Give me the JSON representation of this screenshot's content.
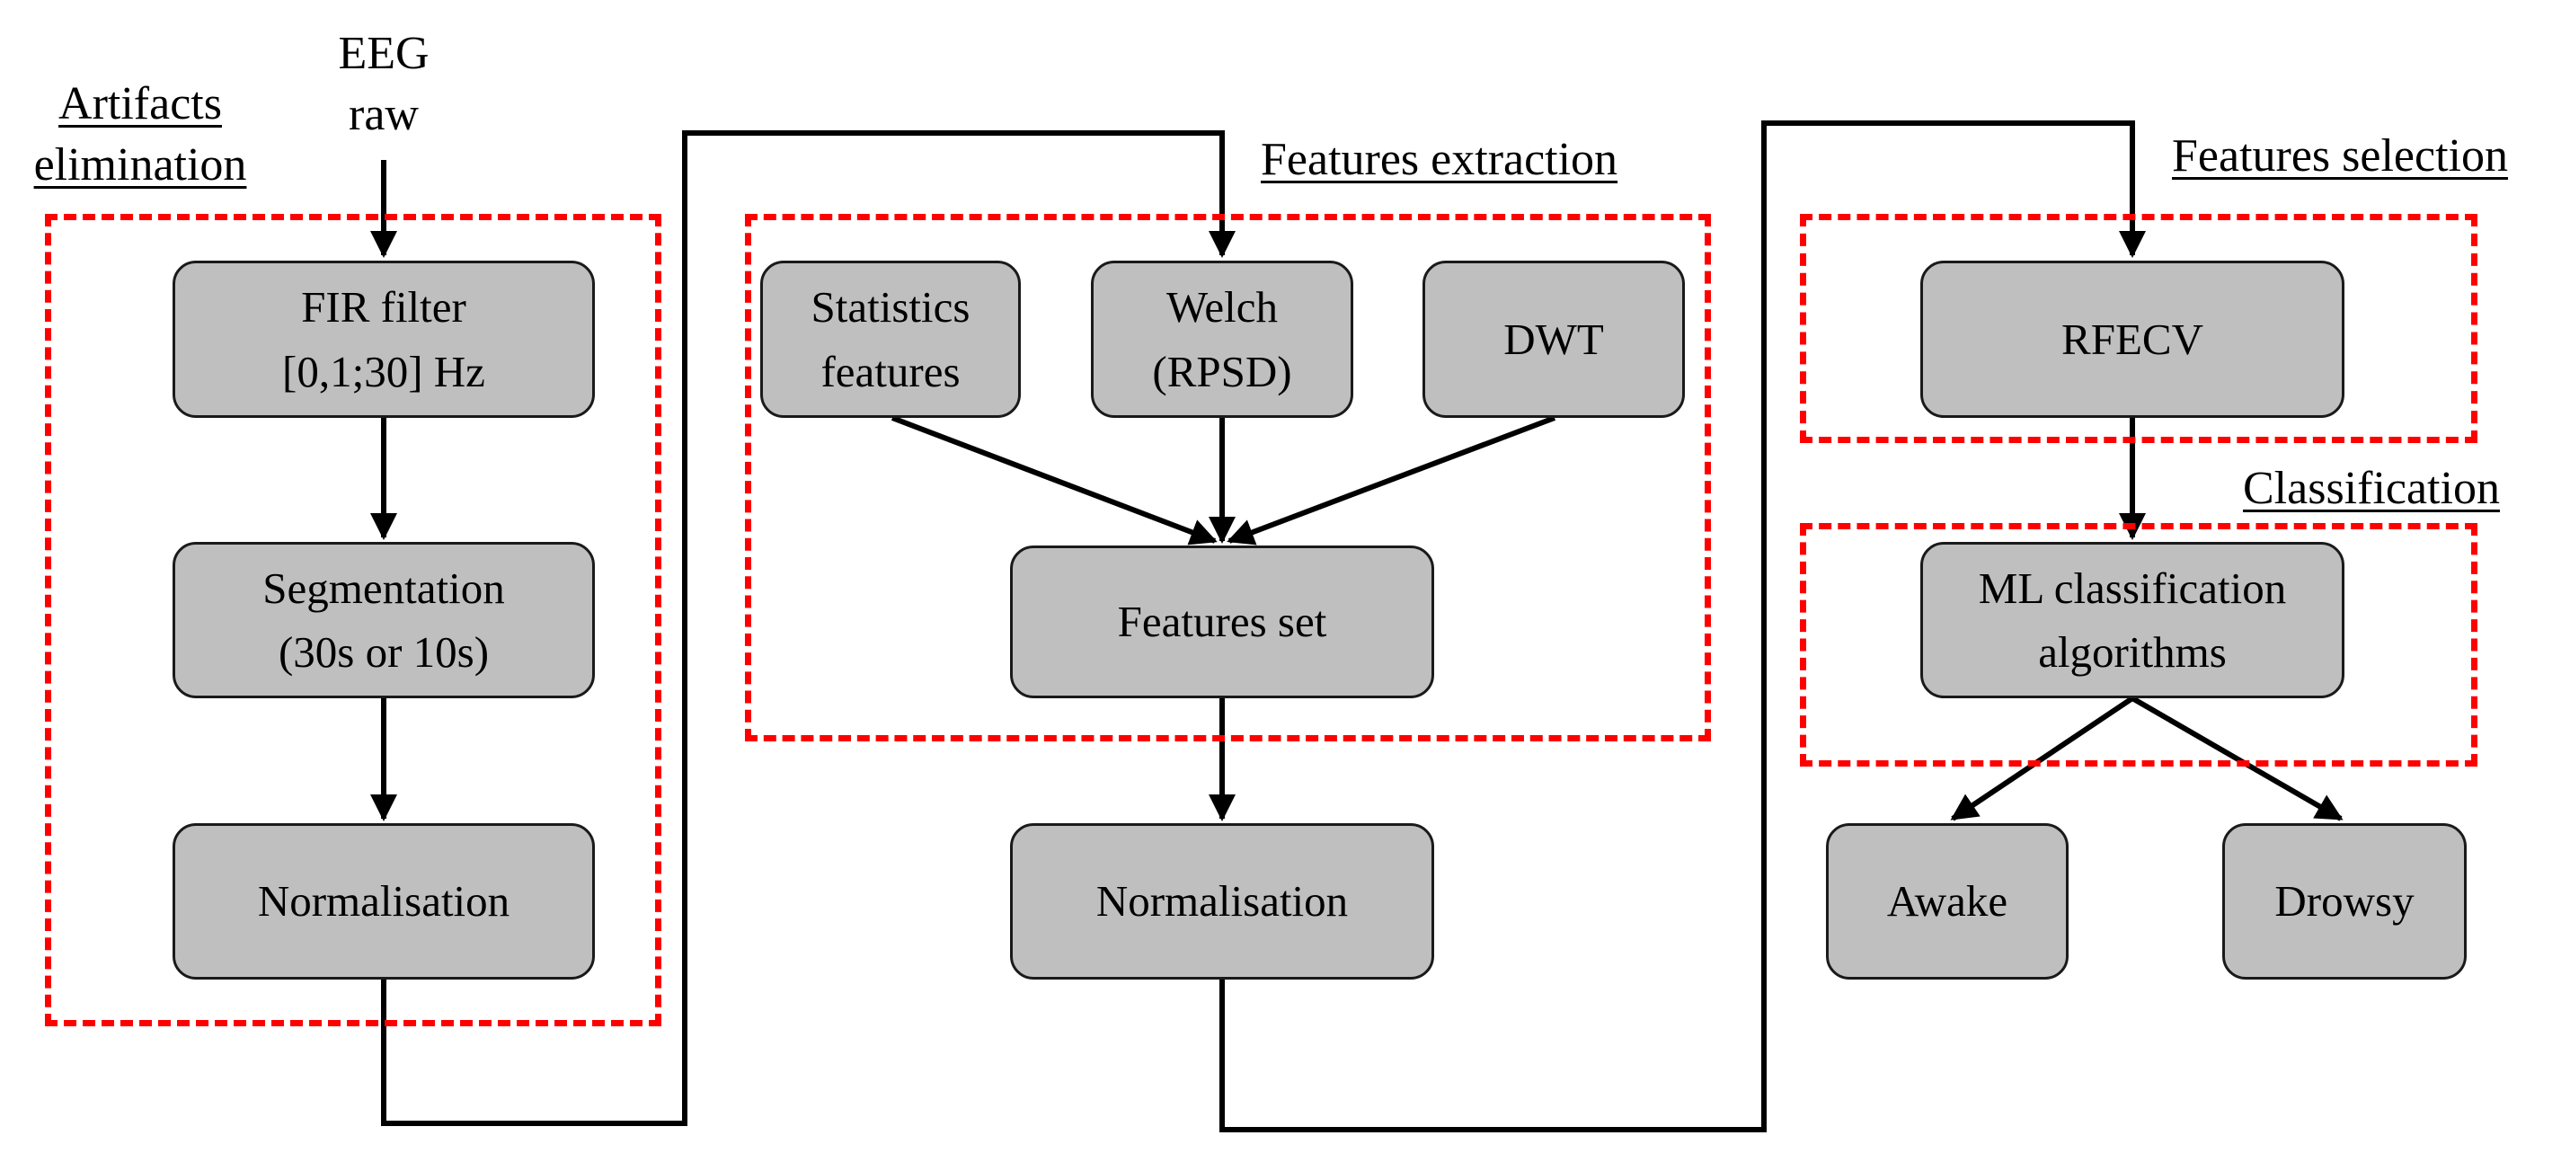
{
  "input": {
    "line1": "EEG",
    "line2": "raw"
  },
  "sections": {
    "artifacts": {
      "line1": "Artifacts",
      "line2": "elimination"
    },
    "extraction": "Features extraction",
    "selection": "Features selection",
    "classification": "Classification"
  },
  "nodes": {
    "fir": {
      "line1": "FIR filter",
      "line2": "[0,1;30] Hz"
    },
    "segmentation": {
      "line1": "Segmentation",
      "line2": "(30s or 10s)"
    },
    "norm1": "Normalisation",
    "stats": {
      "line1": "Statistics",
      "line2": "features"
    },
    "welch": {
      "line1": "Welch",
      "line2": "(RPSD)"
    },
    "dwt": "DWT",
    "featset": "Features set",
    "norm2": "Normalisation",
    "rfecv": "RFECV",
    "ml": {
      "line1": "ML classification",
      "line2": "algorithms"
    },
    "awake": "Awake",
    "drowsy": "Drowsy"
  },
  "colors": {
    "box_fill": "#bfbfbf",
    "box_border": "#1a1a1a",
    "dashed_frame": "#ff0000",
    "arrow": "#000000"
  }
}
